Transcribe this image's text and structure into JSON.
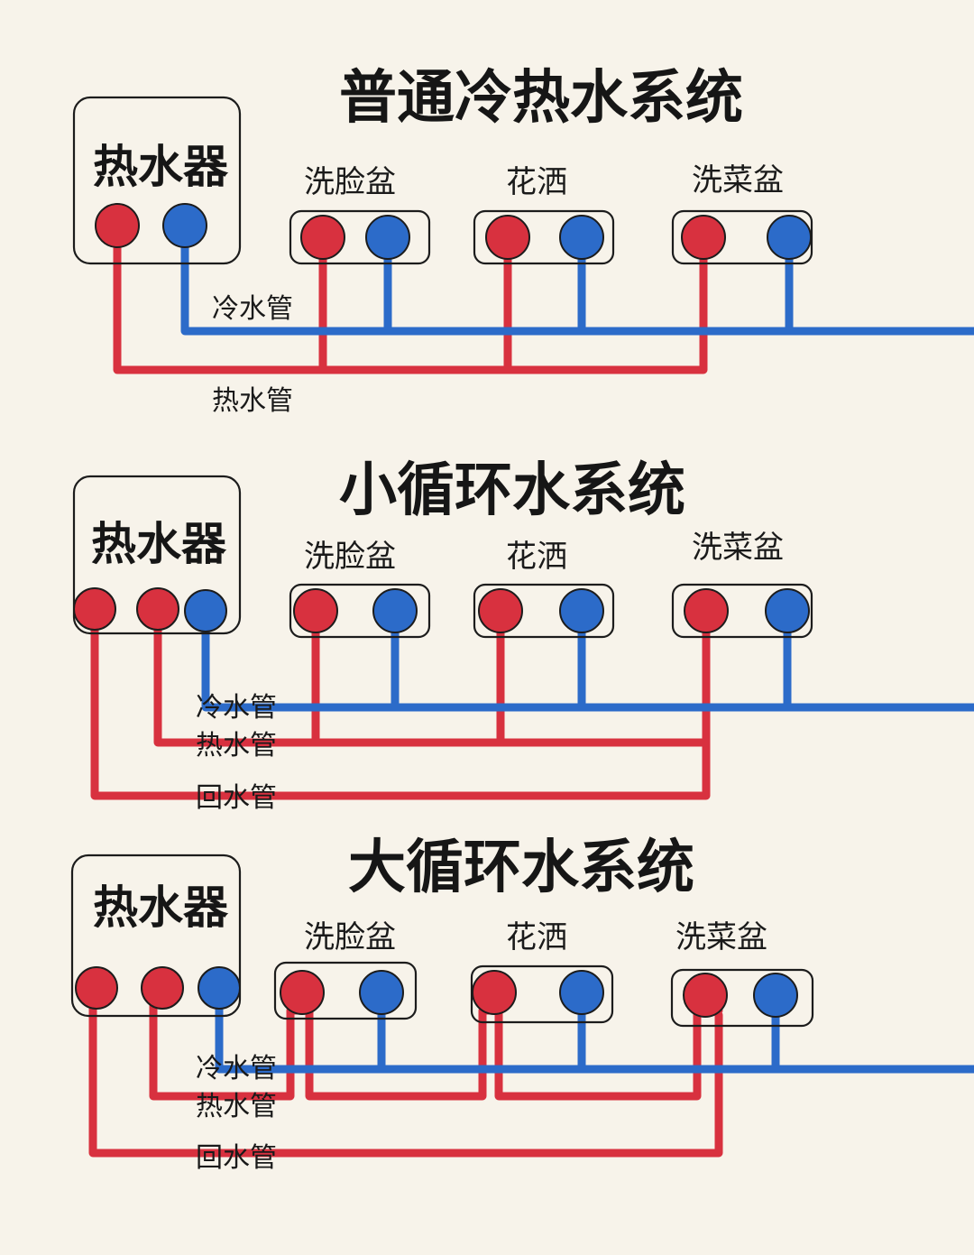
{
  "colors": {
    "hot": "#d8313f",
    "cold": "#2c6bc9",
    "outline": "#1c1c1c",
    "background": "#f7f3ea"
  },
  "sections": [
    {
      "title": "普通冷热水系统",
      "heater": {
        "label": "热水器",
        "ports": [
          "hot",
          "cold"
        ]
      },
      "fixtures": [
        {
          "label": "洗脸盆",
          "ports": [
            "hot",
            "cold"
          ]
        },
        {
          "label": "花洒",
          "ports": [
            "hot",
            "cold"
          ]
        },
        {
          "label": "洗菜盆",
          "ports": [
            "hot",
            "cold"
          ]
        }
      ],
      "pipe_labels": [
        "冷水管",
        "热水管"
      ]
    },
    {
      "title": "小循环水系统",
      "heater": {
        "label": "热水器",
        "ports": [
          "hot",
          "hot",
          "cold"
        ]
      },
      "fixtures": [
        {
          "label": "洗脸盆",
          "ports": [
            "hot",
            "cold"
          ]
        },
        {
          "label": "花洒",
          "ports": [
            "hot",
            "cold"
          ]
        },
        {
          "label": "洗菜盆",
          "ports": [
            "hot",
            "cold"
          ]
        }
      ],
      "pipe_labels": [
        "冷水管",
        "热水管",
        "回水管"
      ]
    },
    {
      "title": "大循环水系统",
      "heater": {
        "label": "热水器",
        "ports": [
          "hot",
          "hot",
          "cold"
        ]
      },
      "fixtures": [
        {
          "label": "洗脸盆",
          "ports": [
            "hot",
            "cold"
          ]
        },
        {
          "label": "花洒",
          "ports": [
            "hot",
            "cold"
          ]
        },
        {
          "label": "洗菜盆",
          "ports": [
            "hot",
            "cold"
          ]
        }
      ],
      "pipe_labels": [
        "冷水管",
        "热水管",
        "回水管"
      ]
    }
  ]
}
